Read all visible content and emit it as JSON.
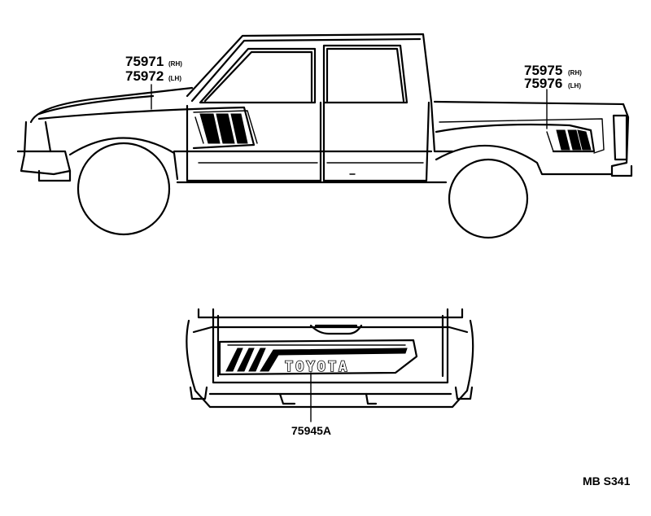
{
  "parts": {
    "front_stripe_rh": {
      "number": "75971",
      "side": "(RH)"
    },
    "front_stripe_lh": {
      "number": "75972",
      "side": "(LH)"
    },
    "rear_stripe_rh": {
      "number": "75975",
      "side": "(RH)"
    },
    "rear_stripe_lh": {
      "number": "75976",
      "side": "(LH)"
    },
    "tailgate_emblem": {
      "number": "75945A"
    }
  },
  "tailgate_emblem_text": "TOYOTA",
  "diagram_code": "MB S341"
}
